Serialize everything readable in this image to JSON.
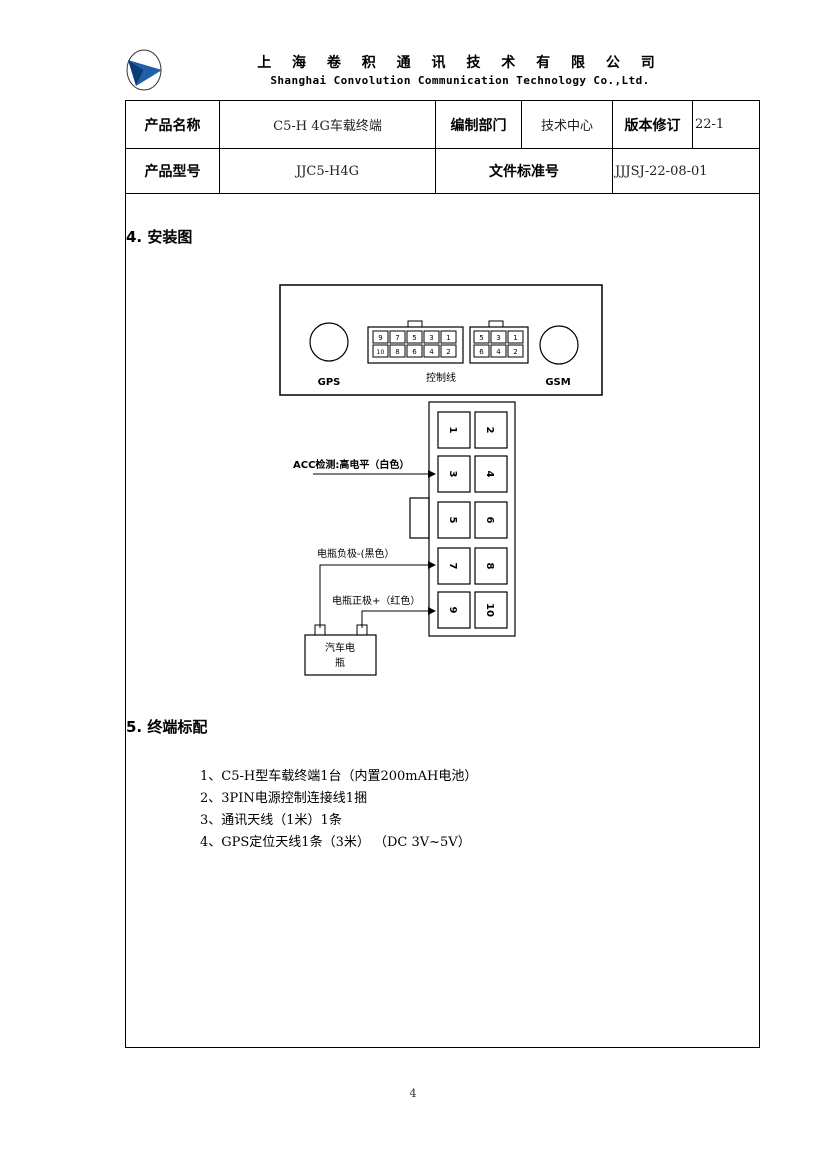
{
  "header": {
    "company_cn": "上 海 卷 积 通 讯 技 术 有 限 公 司",
    "company_en": "Shanghai Convolution Communication Technology Co.,Ltd."
  },
  "info_table": {
    "product_name_label": "产品名称",
    "product_name_value": "C5-H 4G车载终端",
    "dept_label": "编制部门",
    "dept_value": "技术中心",
    "revision_label": "版本修订",
    "revision_value": "22-1",
    "model_label": "产品型号",
    "model_value": "JJC5-H4G",
    "doc_std_label": "文件标准号",
    "doc_std_value": "JJJSJ-22-08-01"
  },
  "section4": {
    "title": "4.  安装图"
  },
  "diagram": {
    "gps_label": "GPS",
    "gsm_label": "GSM",
    "control_label": "控制线",
    "acc_label": "ACC检测:高电平（白色）",
    "neg_label": "电瓶负极-(黑色）",
    "pos_label": "电瓶正极+（红色）",
    "battery_line1": "汽车电",
    "battery_line2": "瓶",
    "top_conn_left": [
      "9",
      "7",
      "5",
      "3",
      "1",
      "10",
      "8",
      "6",
      "4",
      "2"
    ],
    "top_conn_right": [
      "5",
      "3",
      "1",
      "6",
      "4",
      "2"
    ],
    "pins": [
      "1",
      "2",
      "3",
      "4",
      "5",
      "6",
      "7",
      "8",
      "9",
      "10"
    ]
  },
  "section5": {
    "title": "5.  终端标配",
    "items": [
      "1、C5-H型车载终端1台（内置200mAH电池）",
      "2、3PIN电源控制连接线1捆",
      "3、通讯天线（1米）1条",
      "4、GPS定位天线1条（3米）  （DC 3V~5V）"
    ]
  },
  "footer": {
    "page_number": "4"
  }
}
